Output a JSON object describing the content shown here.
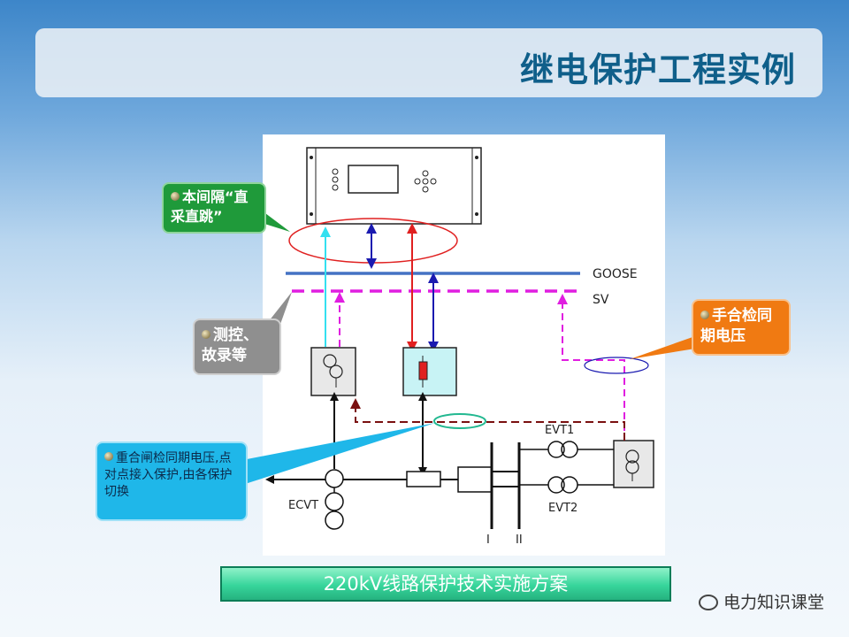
{
  "title": "继电保护工程实例",
  "diagram": {
    "bus_goose_label": "GOOSE",
    "bus_sv_label": "SV",
    "ecvt_label": "ECVT",
    "evt1_label": "EVT1",
    "evt2_label": "EVT2",
    "bus_label_1": "I",
    "bus_label_2": "II"
  },
  "callouts": {
    "direct_sample": "本间隔“直采直跳”",
    "measure_record": "测控、故录等",
    "manual_sync": "手合检同期电压",
    "reclose_sync": "重合闸检同期电压,点对点接入保护,由各保护切换"
  },
  "caption": "220kV线路保护技术实施方案",
  "watermark": "电力知识课堂",
  "colors": {
    "goose": "#4472c4",
    "sv": "#e01ee0",
    "cyan_link": "#33e0f0",
    "red_link": "#e02020",
    "navy_link": "#1a1ab0",
    "callout_green": "#1f9a3a",
    "callout_gray": "#8f8f8f",
    "callout_orange": "#f07a12",
    "callout_blue": "#1fb7e9",
    "title": "#0f5f8a"
  }
}
